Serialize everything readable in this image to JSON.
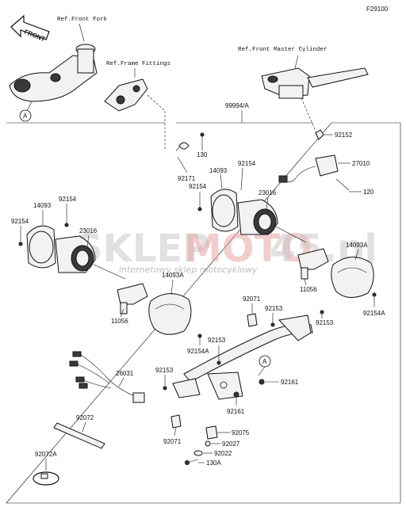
{
  "figure_code": "F29100",
  "references": {
    "front_fork": "Ref.Front Fork",
    "frame_fittings": "Ref.Frame Fittings",
    "front_master_cylinder": "Ref.Front Master Cylinder"
  },
  "front_arrow_text": "FRONT",
  "circle_marker": "A",
  "assembly_label": "99994/A",
  "watermark": {
    "main_grey": "SKLEP",
    "main_red": "MOTO",
    "main_tail": "45.pl",
    "sub": "internetowy sklep motocyklowy"
  },
  "part_labels": {
    "p92152": "92152",
    "p27010": "27010",
    "p120": "120",
    "p130": "130",
    "p92171": "92171",
    "p14093_top": "14093",
    "p92154_top": "92154",
    "p92154_mid": "92154",
    "p23016_right": "23016",
    "p14093_left": "14093",
    "p92154_leftup": "92154",
    "p92154_left": "92154",
    "p23016_left": "23016",
    "p14093A_right": "14093A",
    "p11056_right": "11056",
    "p92154A_right": "92154A",
    "p14093A_left": "14093A",
    "p92071_top": "92071",
    "p92153_mid": "92153",
    "p92153_right": "92153",
    "p11056_left": "11056",
    "p92153_center": "92153",
    "p92154A_left": "92154A",
    "p26031": "26031",
    "p92153_left": "92153",
    "p92161_right": "92161",
    "p92161_low": "92161",
    "p92072": "92072",
    "p92075": "92075",
    "p92071_low": "92071",
    "p92027": "92027",
    "p92022": "92022",
    "p130A": "130A",
    "p92072A": "92072A"
  }
}
